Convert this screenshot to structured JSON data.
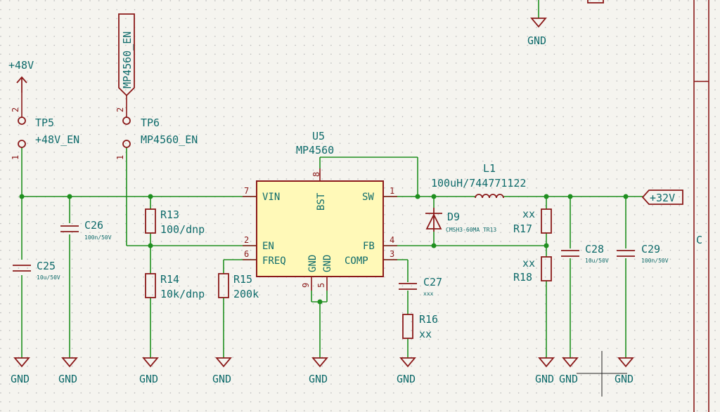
{
  "power": {
    "v48": "+48V",
    "v32": "+32V",
    "en_label": "MP4560_EN"
  },
  "testpoints": {
    "tp5": {
      "ref": "TP5",
      "value": "+48V_EN",
      "pin2": "2",
      "pin1": "1"
    },
    "tp6": {
      "ref": "TP6",
      "value": "MP4560_EN",
      "pin2": "2",
      "pin1": "1"
    }
  },
  "ic": {
    "ref": "U5",
    "value": "MP4560",
    "pins": {
      "vin": {
        "name": "VIN",
        "num": "7"
      },
      "bst": {
        "name": "BST",
        "num": "8"
      },
      "sw": {
        "name": "SW",
        "num": "1"
      },
      "en": {
        "name": "EN",
        "num": "2"
      },
      "freq": {
        "name": "FREQ",
        "num": "6"
      },
      "gnd9": {
        "name": "GND",
        "num": "9"
      },
      "gnd5": {
        "name": "GND",
        "num": "5"
      },
      "fb": {
        "name": "FB",
        "num": "4"
      },
      "comp": {
        "name": "COMP",
        "num": "3"
      }
    }
  },
  "components": {
    "c25": {
      "ref": "C25",
      "value": "10u/50V"
    },
    "c26": {
      "ref": "C26",
      "value": "100n/50V"
    },
    "r13": {
      "ref": "R13",
      "value": "100/dnp"
    },
    "r14": {
      "ref": "R14",
      "value": "10k/dnp"
    },
    "r15": {
      "ref": "R15",
      "value": "200k"
    },
    "c27": {
      "ref": "C27",
      "value": "xxx"
    },
    "r16": {
      "ref": "R16",
      "value": "xx"
    },
    "l1": {
      "ref": "L1",
      "value": "100uH/744771122"
    },
    "d9": {
      "ref": "D9",
      "value": "CMSH3-60MA TR13"
    },
    "r17": {
      "ref": "R17",
      "value": "xx"
    },
    "r18": {
      "ref": "R18",
      "value": "xx"
    },
    "c28": {
      "ref": "C28",
      "value": "10u/50V"
    },
    "c29": {
      "ref": "C29",
      "value": "100n/50V"
    }
  },
  "gnd": "GND",
  "frame_label": "C"
}
